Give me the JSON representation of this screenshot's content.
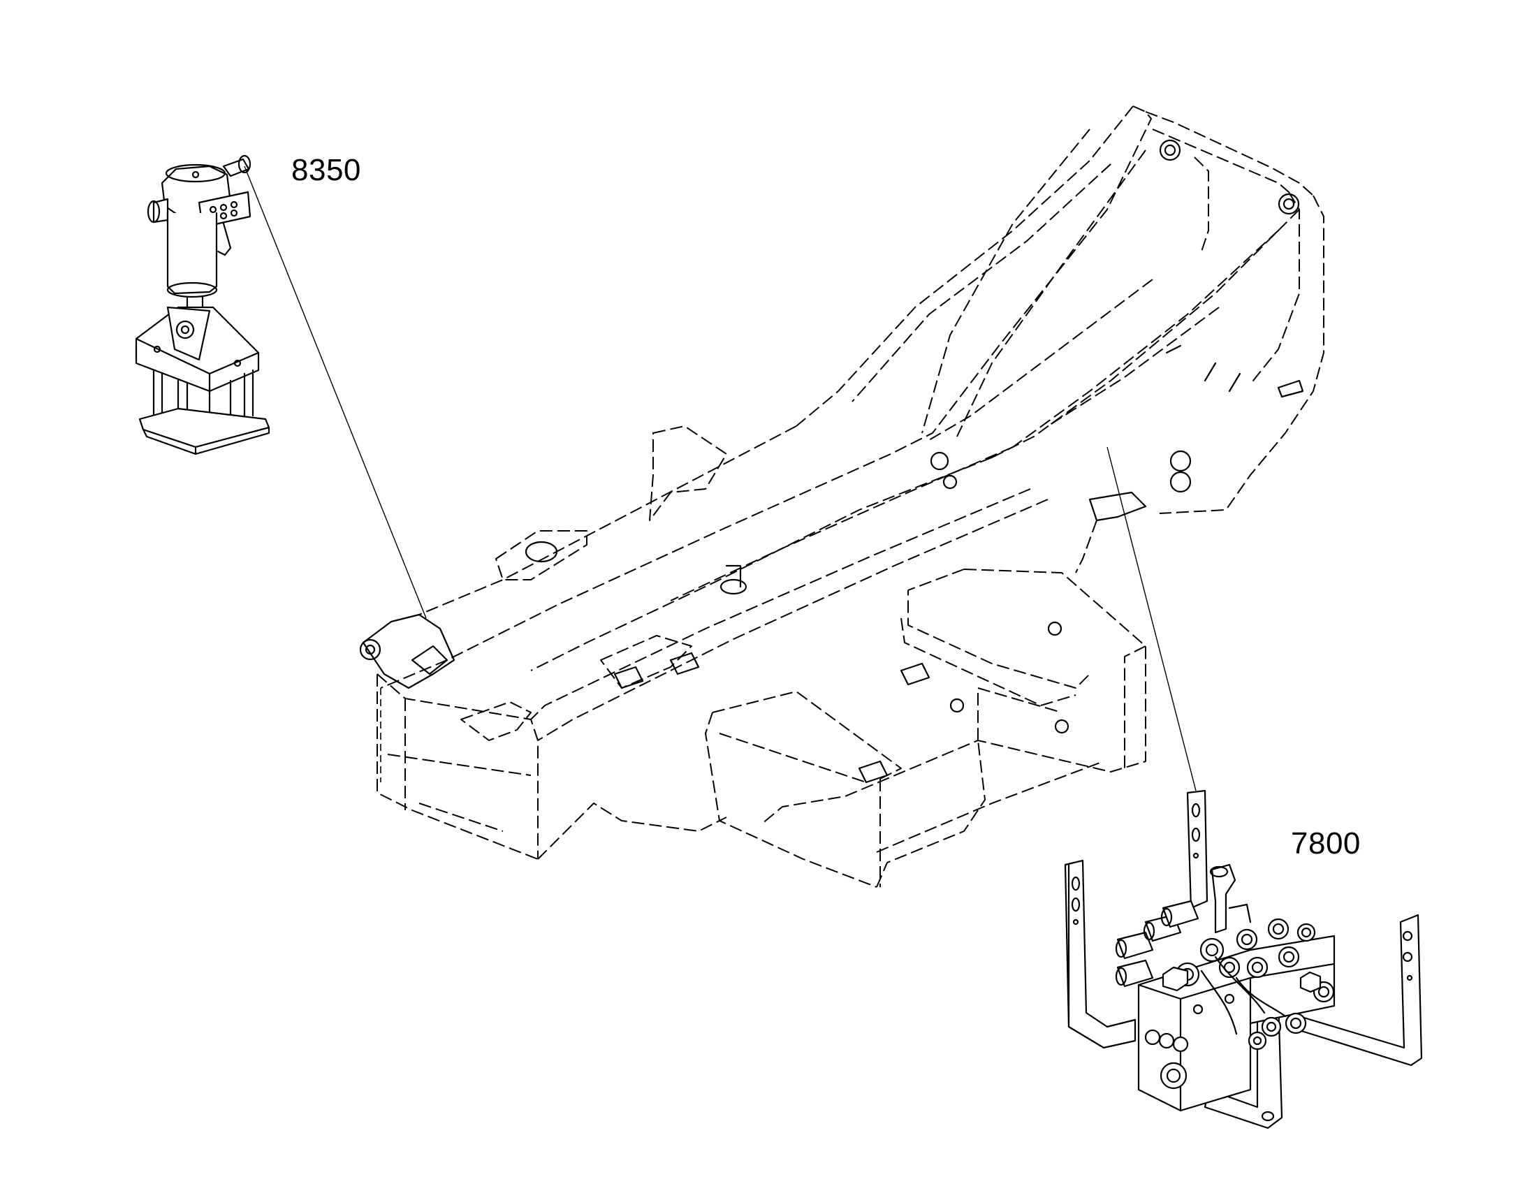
{
  "callouts": [
    {
      "id": "8350",
      "text": "8350"
    },
    {
      "id": "7800",
      "text": "7800"
    }
  ]
}
